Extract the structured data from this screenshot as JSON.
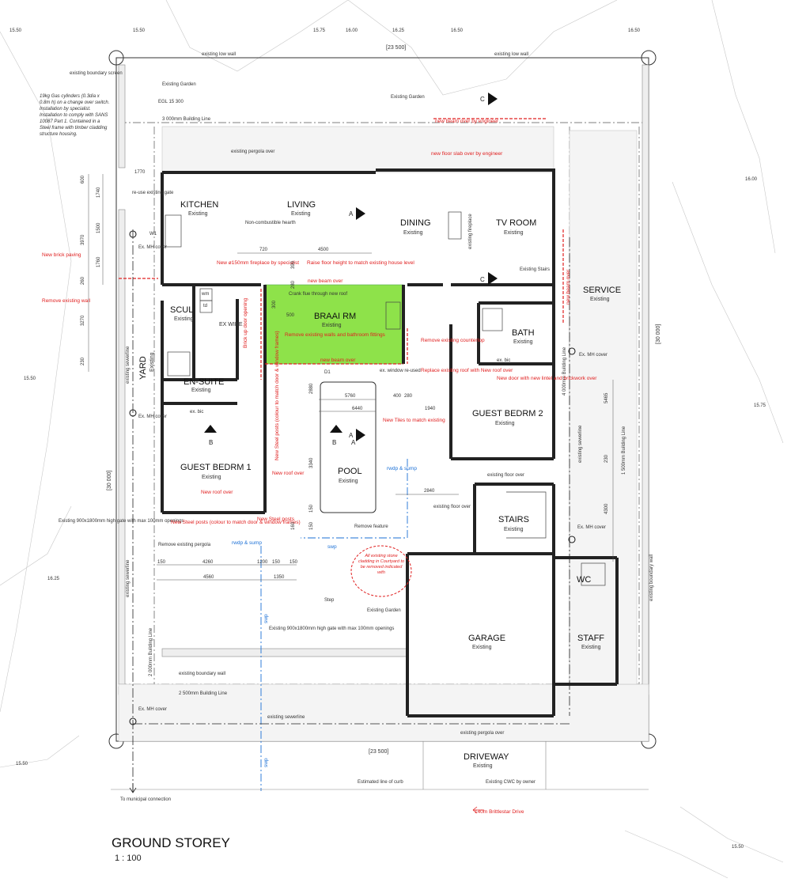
{
  "drawing": {
    "title": "GROUND STOREY",
    "scale": "1 : 100",
    "site_width_top": "[23 500]",
    "site_width_bottom": "[23 500]",
    "site_depth_left": "[30 000]",
    "site_depth_right": "[30 000]"
  },
  "contour_levels": [
    "15.50",
    "15.50",
    "15.75",
    "16.00",
    "16.25",
    "16.50",
    "16.50",
    "16.00",
    "15.75",
    "15.50",
    "16.25",
    "15.50",
    "15.50"
  ],
  "rooms": [
    {
      "name": "KITCHEN",
      "status": "Existing"
    },
    {
      "name": "LIVING",
      "status": "Existing"
    },
    {
      "name": "DINING",
      "status": "Existing"
    },
    {
      "name": "TV ROOM",
      "status": "Existing"
    },
    {
      "name": "SERVICE",
      "status": "Existing"
    },
    {
      "name": "SCUL",
      "status": "Existing"
    },
    {
      "name": "EX WINE",
      "status": ""
    },
    {
      "name": "BRAAI RM",
      "status": "Existing"
    },
    {
      "name": "BATH",
      "status": "Existing"
    },
    {
      "name": "YARD",
      "status": "Existing"
    },
    {
      "name": "EN-SUITE",
      "status": "Existing"
    },
    {
      "name": "GUEST BEDRM 2",
      "status": "Existing"
    },
    {
      "name": "GUEST BEDRM 1",
      "status": "Existing"
    },
    {
      "name": "POOL",
      "status": "Existing"
    },
    {
      "name": "STAIRS",
      "status": "Existing"
    },
    {
      "name": "WC",
      "status": ""
    },
    {
      "name": "GARAGE",
      "status": "Existing"
    },
    {
      "name": "STAFF",
      "status": "Existing"
    },
    {
      "name": "DRIVEWAY",
      "status": "Existing"
    }
  ],
  "notes_black": [
    "existing boundary screen",
    "19kg Gas cylinders (0.3dia x 0.8m h) on a change over switch. Installation by specialist. Installation to comply with SANS 10087 Part 1. Contained in a Steel frame with timber cladding structure housing.",
    "existing low wall",
    "existing low wall",
    "Existing Garden",
    "EGL 15 300",
    "Existing Garden",
    "3 000mm Building Line",
    "existing pergola over",
    "Non-combustible hearth",
    "Crank flue through new roof",
    "existing floor over",
    "existing floor over",
    "existing boundary wall",
    "2 500mm Building Line",
    "existing sewerline",
    "existing pergola over",
    "Estimated line of curb",
    "Existing CWC by owner",
    "To municipal connection",
    "Existing 900x1800mm high gate with max 100mm openings",
    "Existing 900x1800mm high gate with max 100mm openings",
    "Remove existing pergola",
    "Remove feature",
    "Existing Garden",
    "Step",
    "ex. window re-used",
    "ex. bic",
    "ex. bic",
    "existing boundary wall",
    "1 500mm Building Line",
    "4 000mm Building Line",
    "2 000mm Building Line",
    "existing sewerline",
    "existing sewerline",
    "existing sewerline",
    "Existing Stairs",
    "existing fireplace",
    "re-use existing gate",
    "Ex. MH cover",
    "Ex. MH cover",
    "Ex. MH cover",
    "Ex. MH cover",
    "Ex. MH cover",
    "W1",
    "D1",
    "wm",
    "td"
  ],
  "notes_red": [
    "New brick paving",
    "Remove existing wall",
    "New ø150mm fireplace by specialist",
    "Raise floor height to match existing house level",
    "new beam over",
    "new beam over",
    "Remove existing walls and bathroom fittings",
    "Brick up door opening",
    "Remove existing countertop",
    "Replace existing roof with New roof over",
    "New Tiles to match existing",
    "New Steel posts (colour to match door & window frames)",
    "New roof over",
    "New roof over",
    "New Steel posts (colour to match door & window frames)",
    "New Steel posts",
    "new beam over by engineer",
    "new floor slab over by engineer",
    "New door with new lintel and brickwork over",
    "All existing stone cladding in Courtyard to be removed indicated with",
    "140m Brittlestar Drive",
    "new beam over"
  ],
  "notes_blue": [
    "rwdp & sump",
    "rwdp & sump",
    "swp",
    "swp",
    "swp"
  ],
  "dimensions": [
    "1770",
    "600",
    "1740",
    "1500",
    "3970",
    "1760",
    "260",
    "3270",
    "230",
    "720",
    "4500",
    "500",
    "300",
    "390",
    "280",
    "2880",
    "5760",
    "6440",
    "400",
    "280",
    "1940",
    "5465",
    "230",
    "4300",
    "3340",
    "150",
    "2840",
    "150",
    "1200",
    "150",
    "4260",
    "150",
    "4560",
    "1350",
    "150",
    "160"
  ],
  "section_marks": [
    "A",
    "A",
    "A",
    "B",
    "B",
    "C",
    "C"
  ]
}
